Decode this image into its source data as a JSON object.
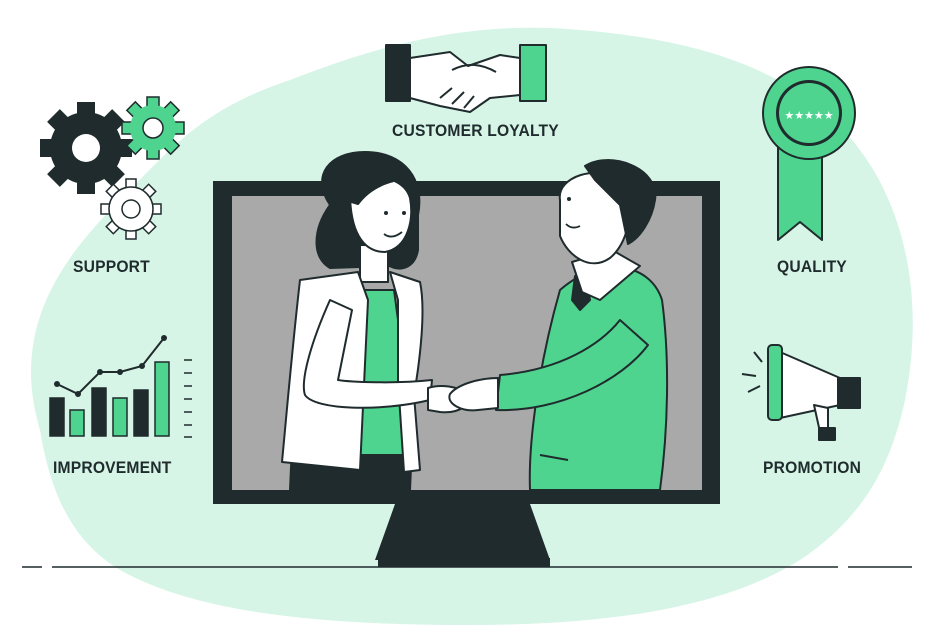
{
  "labels": {
    "customer_loyalty": "CUSTOMER LOYALTY",
    "support": "SUPPORT",
    "quality": "QUALITY",
    "improvement": "IMPROVEMENT",
    "promotion": "PROMOTION"
  },
  "badge": {
    "stars": "★★★★★"
  },
  "colors": {
    "blob": "#d6f5e6",
    "accent": "#4ed48f",
    "dark": "#1f2b2d",
    "screen": "#a9a9a9",
    "white": "#ffffff"
  },
  "icons": [
    "handshake-icon",
    "gears-icon",
    "ribbon-badge-icon",
    "bar-chart-icon",
    "megaphone-icon",
    "monitor-icon"
  ]
}
